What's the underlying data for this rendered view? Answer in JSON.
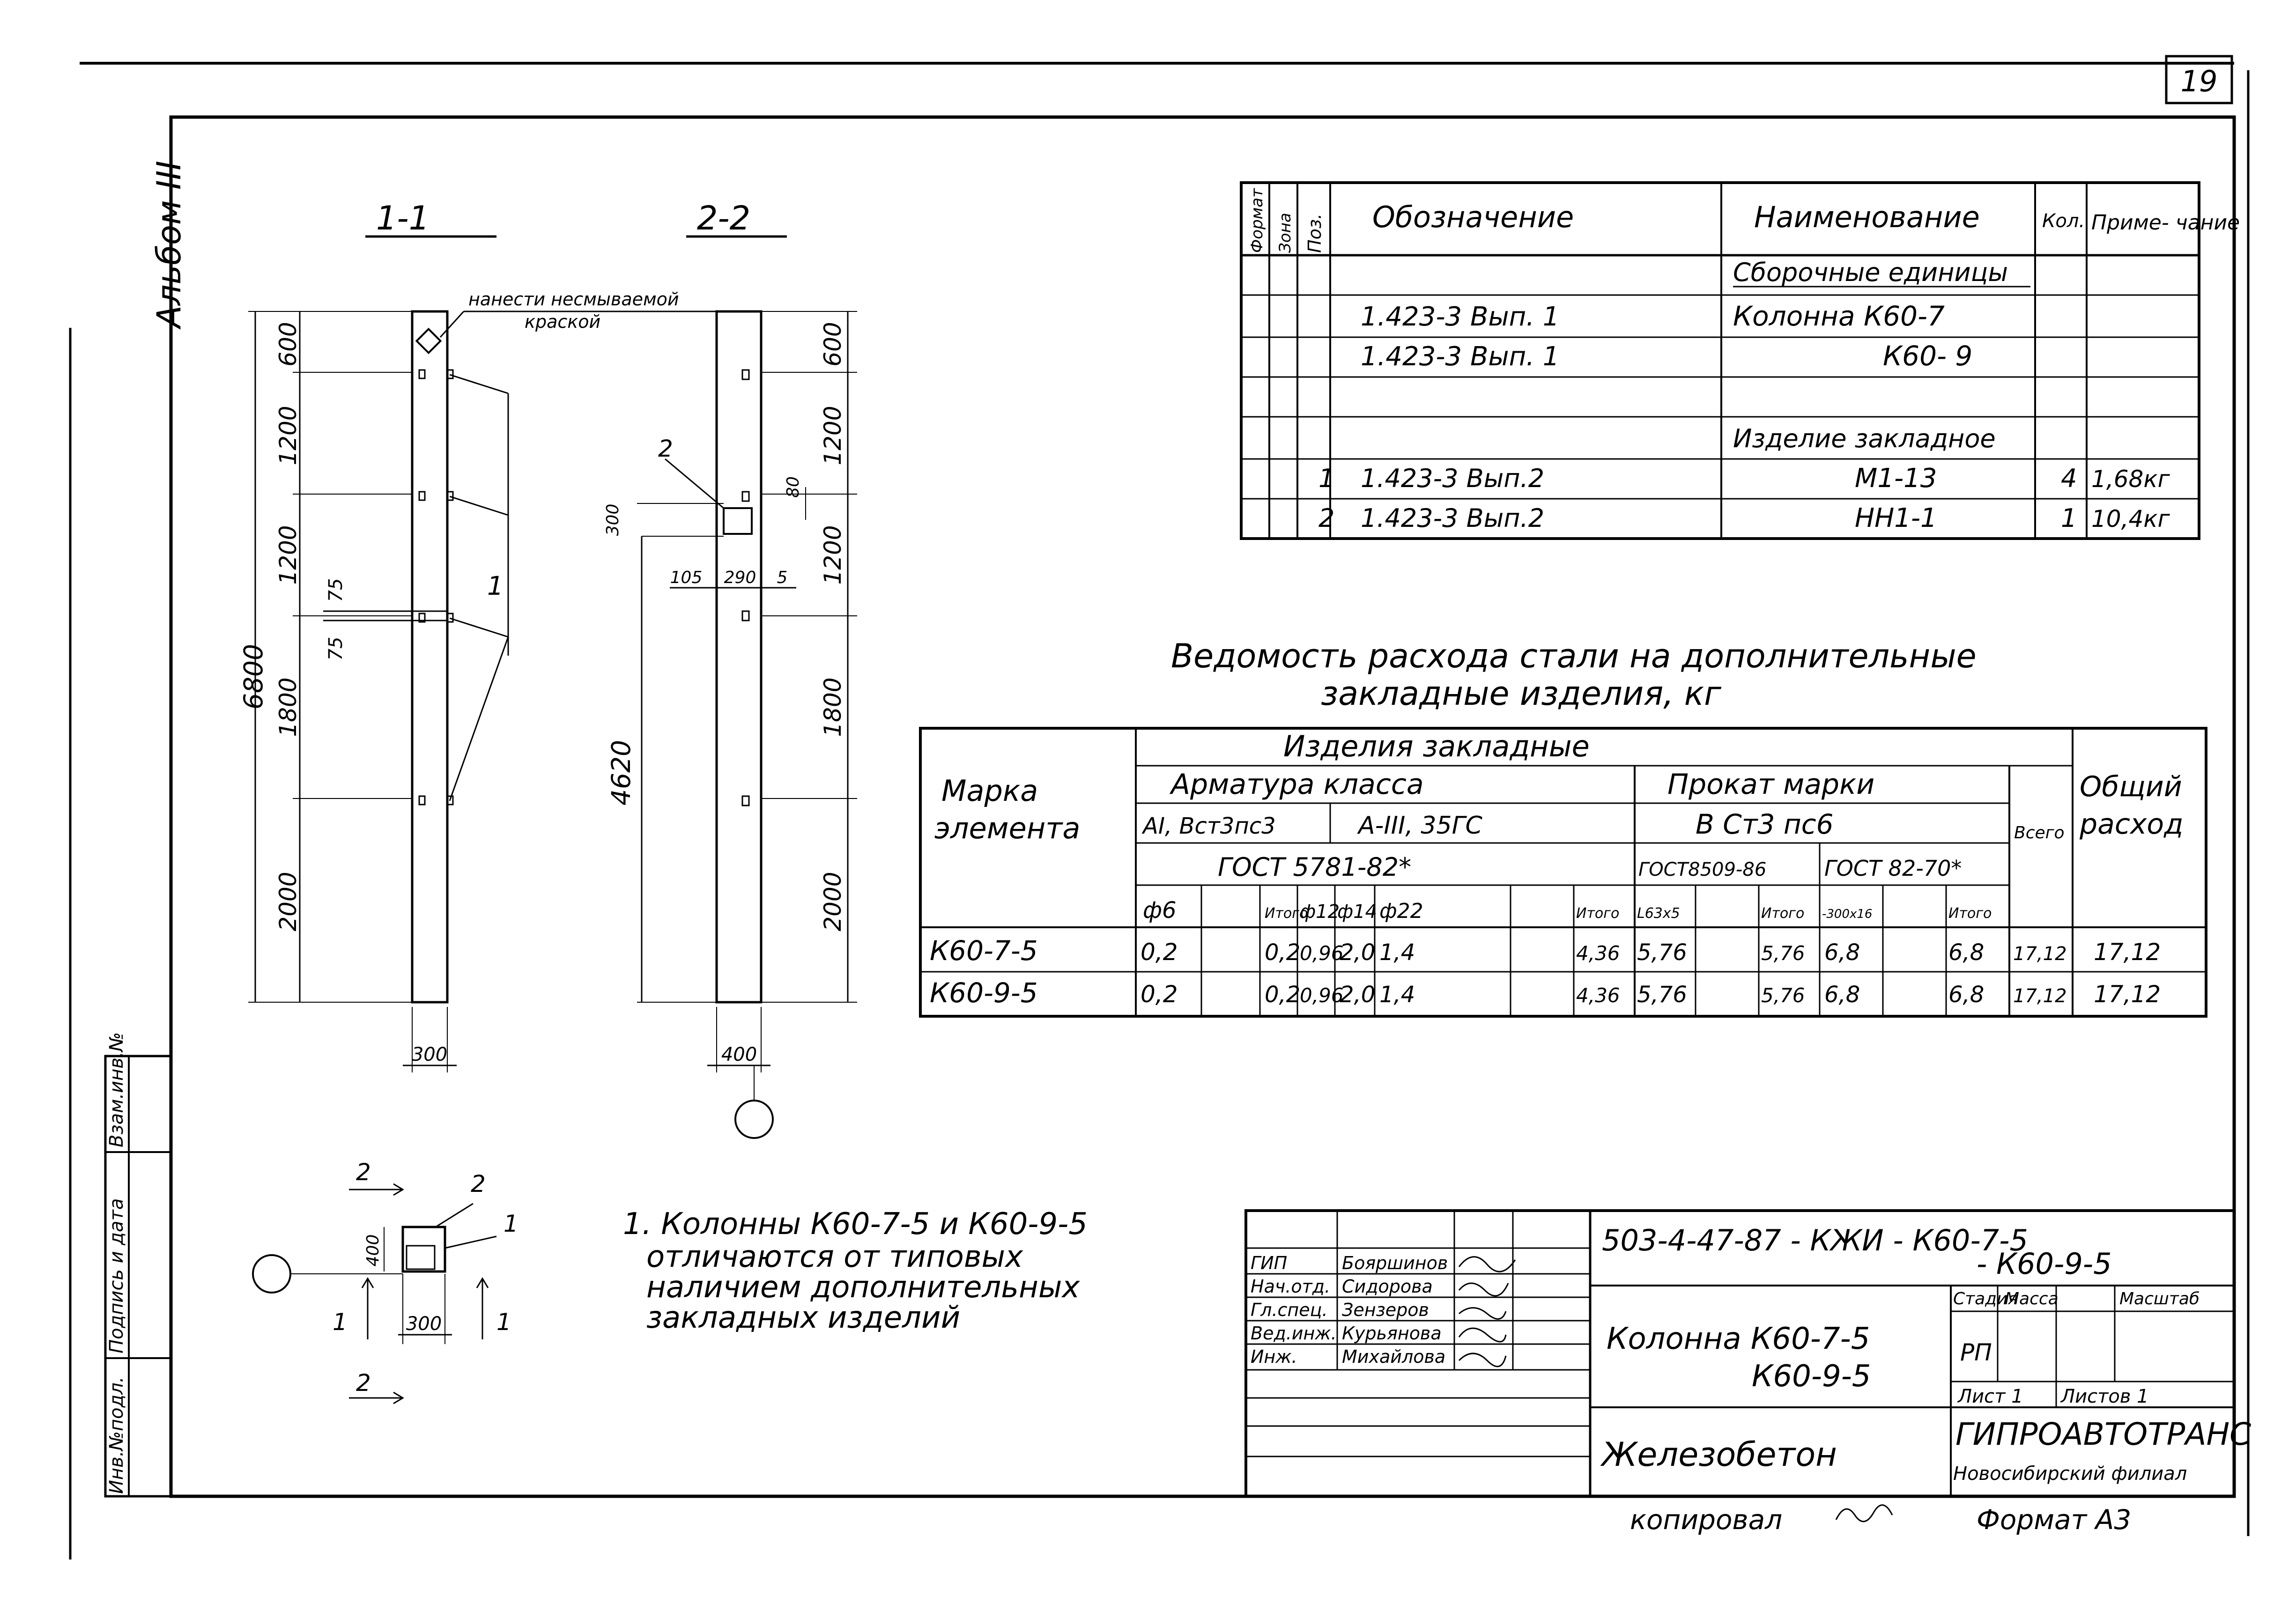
{
  "page_number": "19",
  "album": "Альбом III",
  "sections": {
    "s1": "1-1",
    "s2": "2-2",
    "note_paint": [
      "нанести несмываемой",
      "краской"
    ]
  },
  "col1_dims": {
    "total": "6800",
    "segments": [
      "600",
      "1200",
      "1200",
      "1800",
      "2000"
    ],
    "small": [
      "75",
      "75"
    ],
    "width": "300",
    "mark_1": "1"
  },
  "col2_dims": {
    "total": "4620",
    "segments": [
      "600",
      "1200",
      "1200",
      "1800",
      "2000"
    ],
    "small_300": "300",
    "small_80": "80",
    "pos": "2",
    "horiz": [
      "105",
      "290",
      "5"
    ],
    "width": "400"
  },
  "plan": {
    "label_2_top": "2",
    "label_2_pos": "2",
    "label_1_pos": "1",
    "dim_400": "400",
    "dim_300": "300",
    "arrow1_left": "1",
    "arrow1_right": "1",
    "label_2_bottom": "2"
  },
  "spec": {
    "headers": [
      "Формат",
      "Зона",
      "Поз.",
      "Обозначение",
      "Наименование",
      "Кол.",
      "Приме- чание"
    ],
    "rows": [
      [
        "",
        "",
        "",
        "",
        "Сборочные единицы",
        "",
        ""
      ],
      [
        "",
        "",
        "",
        "1.423-3 Вып. 1",
        "Колонна К60-7",
        "",
        ""
      ],
      [
        "",
        "",
        "",
        "1.423-3 Вып. 1",
        "К60- 9",
        "",
        ""
      ],
      [
        "",
        "",
        "",
        "",
        "",
        "",
        ""
      ],
      [
        "",
        "",
        "",
        "",
        "Изделие закладное",
        "",
        ""
      ],
      [
        "",
        "",
        "1",
        "1.423-3 Вып.2",
        "М1-13",
        "4",
        "1,68кг"
      ],
      [
        "",
        "",
        "2",
        "1.423-3 Вып.2",
        "НН1-1",
        "1",
        "10,4кг"
      ]
    ]
  },
  "steel": {
    "title_1": "Ведомость расхода стали на дополнительные",
    "title_2": "закладные изделия, кг",
    "h_mark": [
      "Марка",
      "элемента"
    ],
    "h_group": "Изделия закладные",
    "h_arm": "Арматура класса",
    "h_prokat": "Прокат марки",
    "h_total_all": [
      "Общий",
      "расход"
    ],
    "h_vsego": "Всего",
    "h_ai": "АI, Вст3пс3",
    "h_aiii": "А-III, 35ГС",
    "h_vst": "В Ст3 пс6",
    "h_gost5781": "ГОСТ 5781-82*",
    "h_gost8509": "ГОСТ8509-86",
    "h_gost82": "ГОСТ 82-70*",
    "cols": [
      "ф6",
      "",
      "Итого",
      "ф12",
      "ф14",
      "ф22",
      "",
      "Итого",
      "L63х5",
      "",
      "Итого",
      "-300х16",
      "",
      "Итого"
    ],
    "rows": [
      {
        "mark": "К60-7-5",
        "vals": [
          "0,2",
          "",
          "0,2",
          "0,96",
          "2,0",
          "1,4",
          "",
          "4,36",
          "5,76",
          "",
          "5,76",
          "6,8",
          "",
          "6,8"
        ],
        "vsego": "17,12",
        "total": "17,12"
      },
      {
        "mark": "К60-9-5",
        "vals": [
          "0,2",
          "",
          "0,2",
          "0,96",
          "2,0",
          "1,4",
          "",
          "4,36",
          "5,76",
          "",
          "5,76",
          "6,8",
          "",
          "6,8"
        ],
        "vsego": "17,12",
        "total": "17,12"
      }
    ]
  },
  "note": {
    "line1": "1. Колонны К60-7-5 и К60-9-5",
    "line2": "отличаются от типовых",
    "line3": "наличием дополнительных",
    "line4": "закладных изделий"
  },
  "stamp": {
    "code_1": "503-4-47-87 - КЖИ - К60-7-5",
    "code_2": "- К60-9-5",
    "people": [
      {
        "role": "ГИП",
        "name": "Бояршинов"
      },
      {
        "role": "Нач.отд.",
        "name": "Сидорова"
      },
      {
        "role": "Гл.спец.",
        "name": "Зензеров"
      },
      {
        "role": "Вед.инж.",
        "name": "Курьянова"
      },
      {
        "role": "Инж.",
        "name": "Михайлова"
      }
    ],
    "title_1": "Колонна К60-7-5",
    "title_2": "К60-9-5",
    "material": "Железобетон",
    "stage_h": "Стадия",
    "mass_h": "Масса",
    "scale_h": "Масштаб",
    "stage": "РП",
    "sheet": "Лист 1",
    "sheets": "Листов 1",
    "org_1": "ГИПРОАВТОТРАНС",
    "org_2": "Новосибирский филиал",
    "copied": "копировал",
    "format": "Формат А3"
  },
  "side_stamp": [
    "Инв.№подл.",
    "Подпись и дата",
    "Взам.инв.№"
  ]
}
